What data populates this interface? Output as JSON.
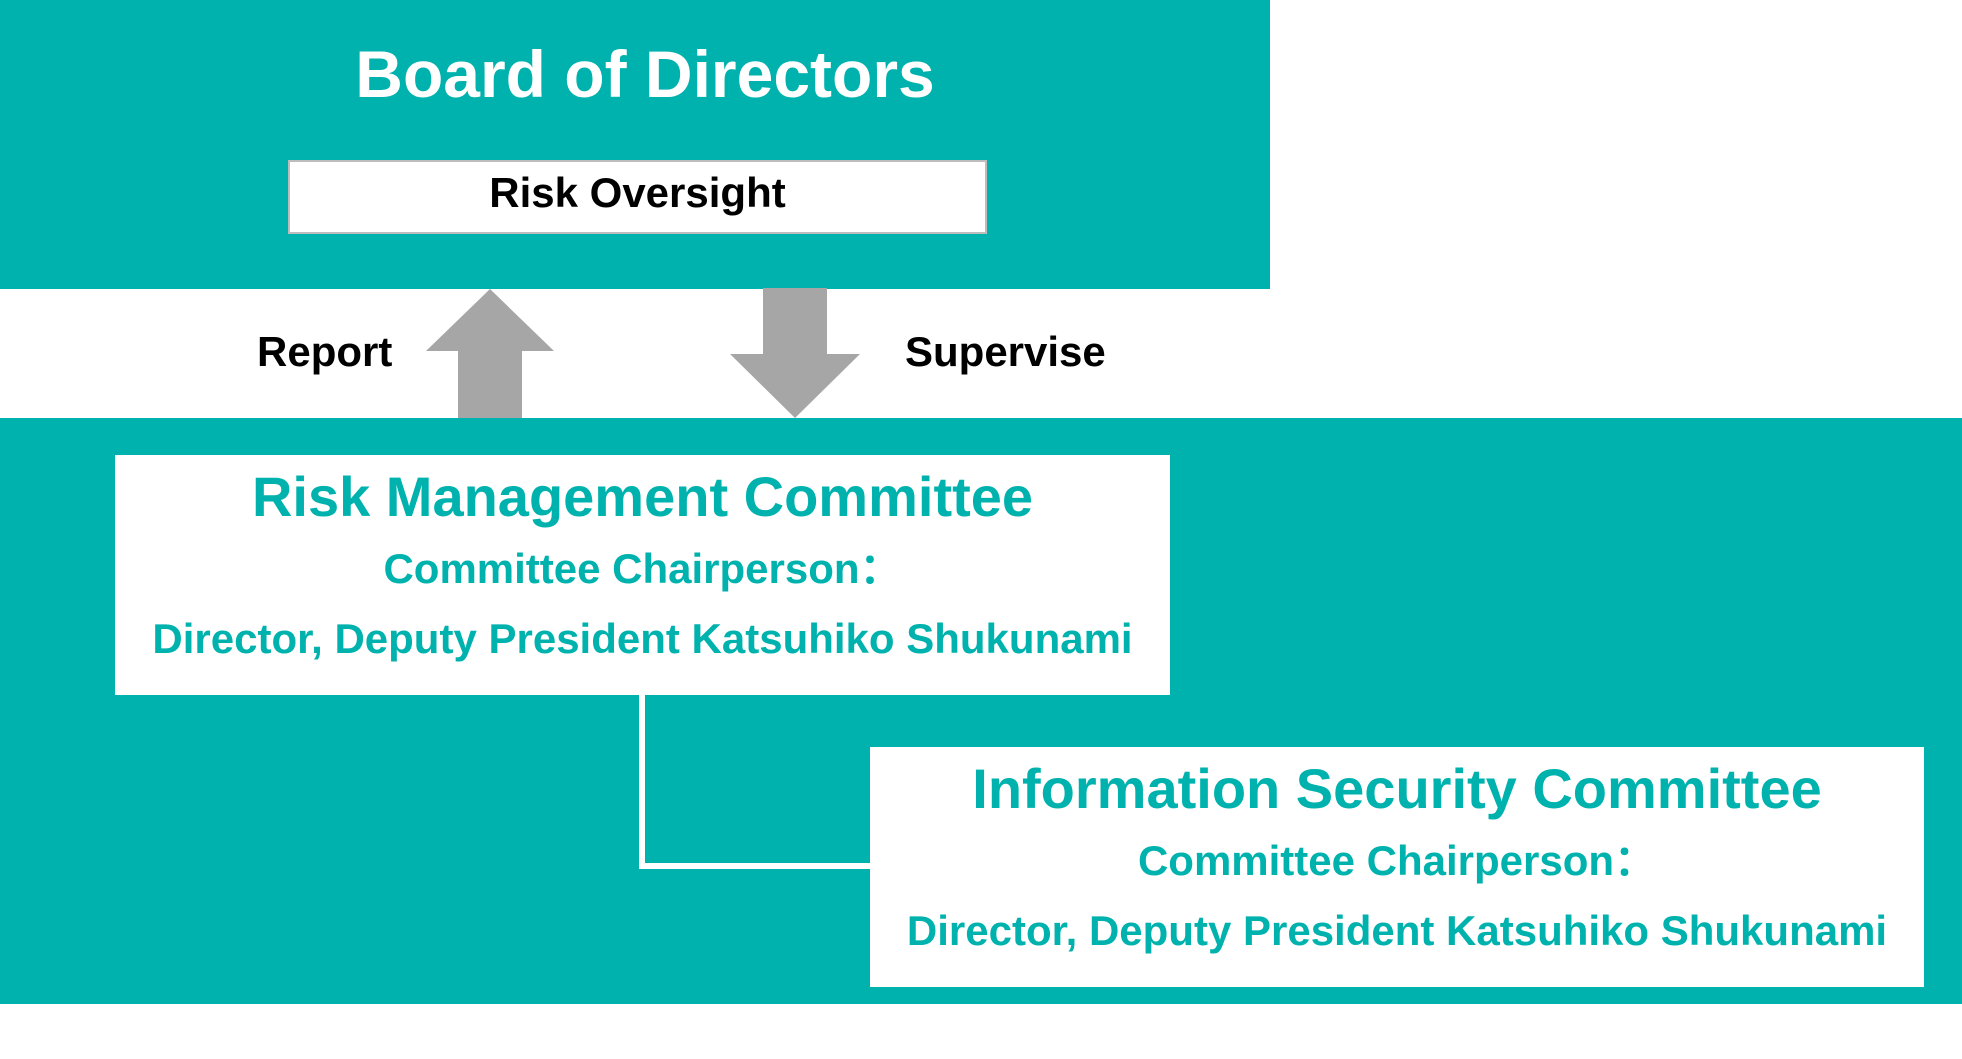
{
  "board": {
    "title": "Board of Directors",
    "oversight_label": "Risk Oversight"
  },
  "flows": {
    "report_label": "Report",
    "supervise_label": "Supervise"
  },
  "risk_management_committee": {
    "title": "Risk Management Committee",
    "chair_label": "Committee Chairperson：",
    "chair_name": "Director, Deputy President Katsuhiko Shukunami"
  },
  "information_security_committee": {
    "title": "Information Security Committee",
    "chair_label": "Committee Chairperson：",
    "chair_name": "Director, Deputy President Katsuhiko Shukunami"
  },
  "colors": {
    "primary_teal": "#00b2ad",
    "arrow_gray": "#a6a6a6",
    "text_dark": "#000000",
    "box_white": "#ffffff"
  }
}
